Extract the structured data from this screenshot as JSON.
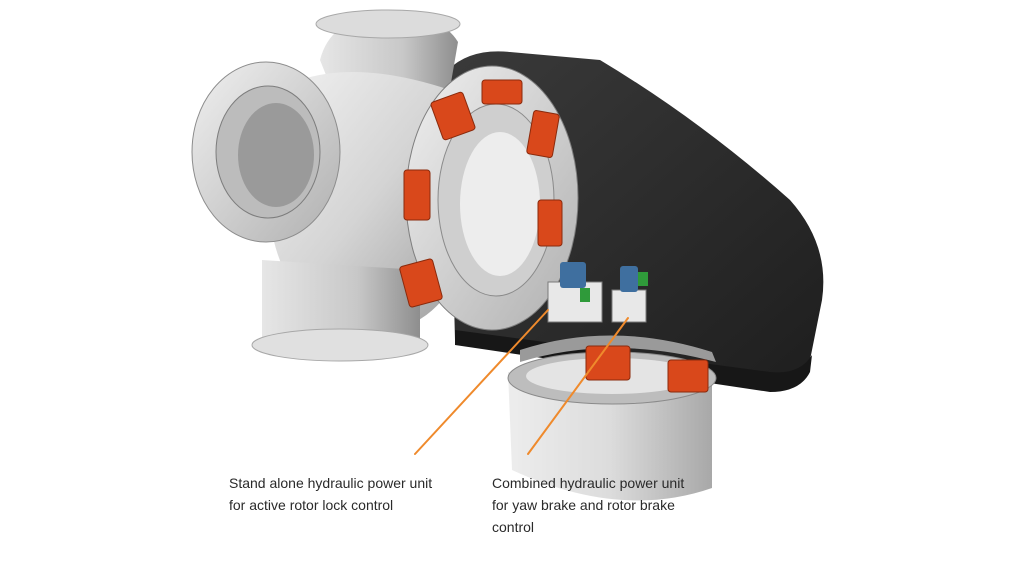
{
  "colors": {
    "background": "#ffffff",
    "hub_body": "#d2d2d2",
    "nacelle": "#2b2b2b",
    "brake_caliper": "#d9481b",
    "leader_line": "#ef8a2c",
    "text": "#2a2a2a",
    "hydraulic_unit_blue": "#3f6f9f",
    "hydraulic_unit_green": "#2f9a3a"
  },
  "callouts": {
    "left": {
      "line1": "Stand alone hydraulic power unit",
      "line2": "for active rotor lock control"
    },
    "right": {
      "line1": "Combined hydraulic power unit",
      "line2": "for yaw brake and rotor brake",
      "line3": "control"
    }
  }
}
